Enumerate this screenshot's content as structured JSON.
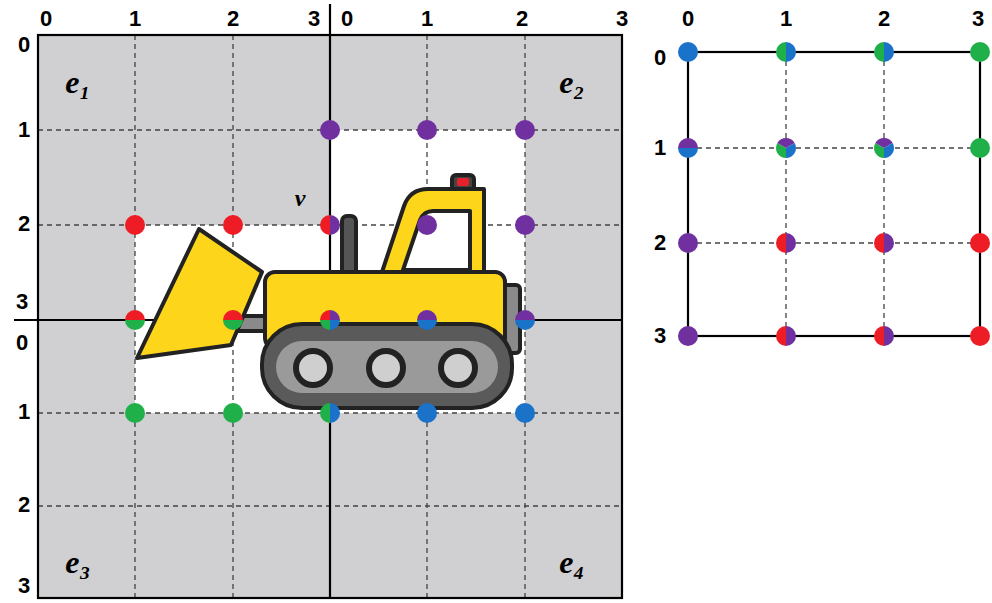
{
  "diagram": {
    "labels": [
      "0",
      "1",
      "2",
      "3",
      "0",
      "1",
      "2",
      "3",
      "0",
      "1",
      "2",
      "3",
      "0",
      "1",
      "2",
      "3",
      "0",
      "1",
      "2",
      "3",
      "0",
      "1",
      "2",
      "3",
      "e₁",
      "e₂",
      "e₃",
      "e₄",
      "v"
    ]
  }
}
